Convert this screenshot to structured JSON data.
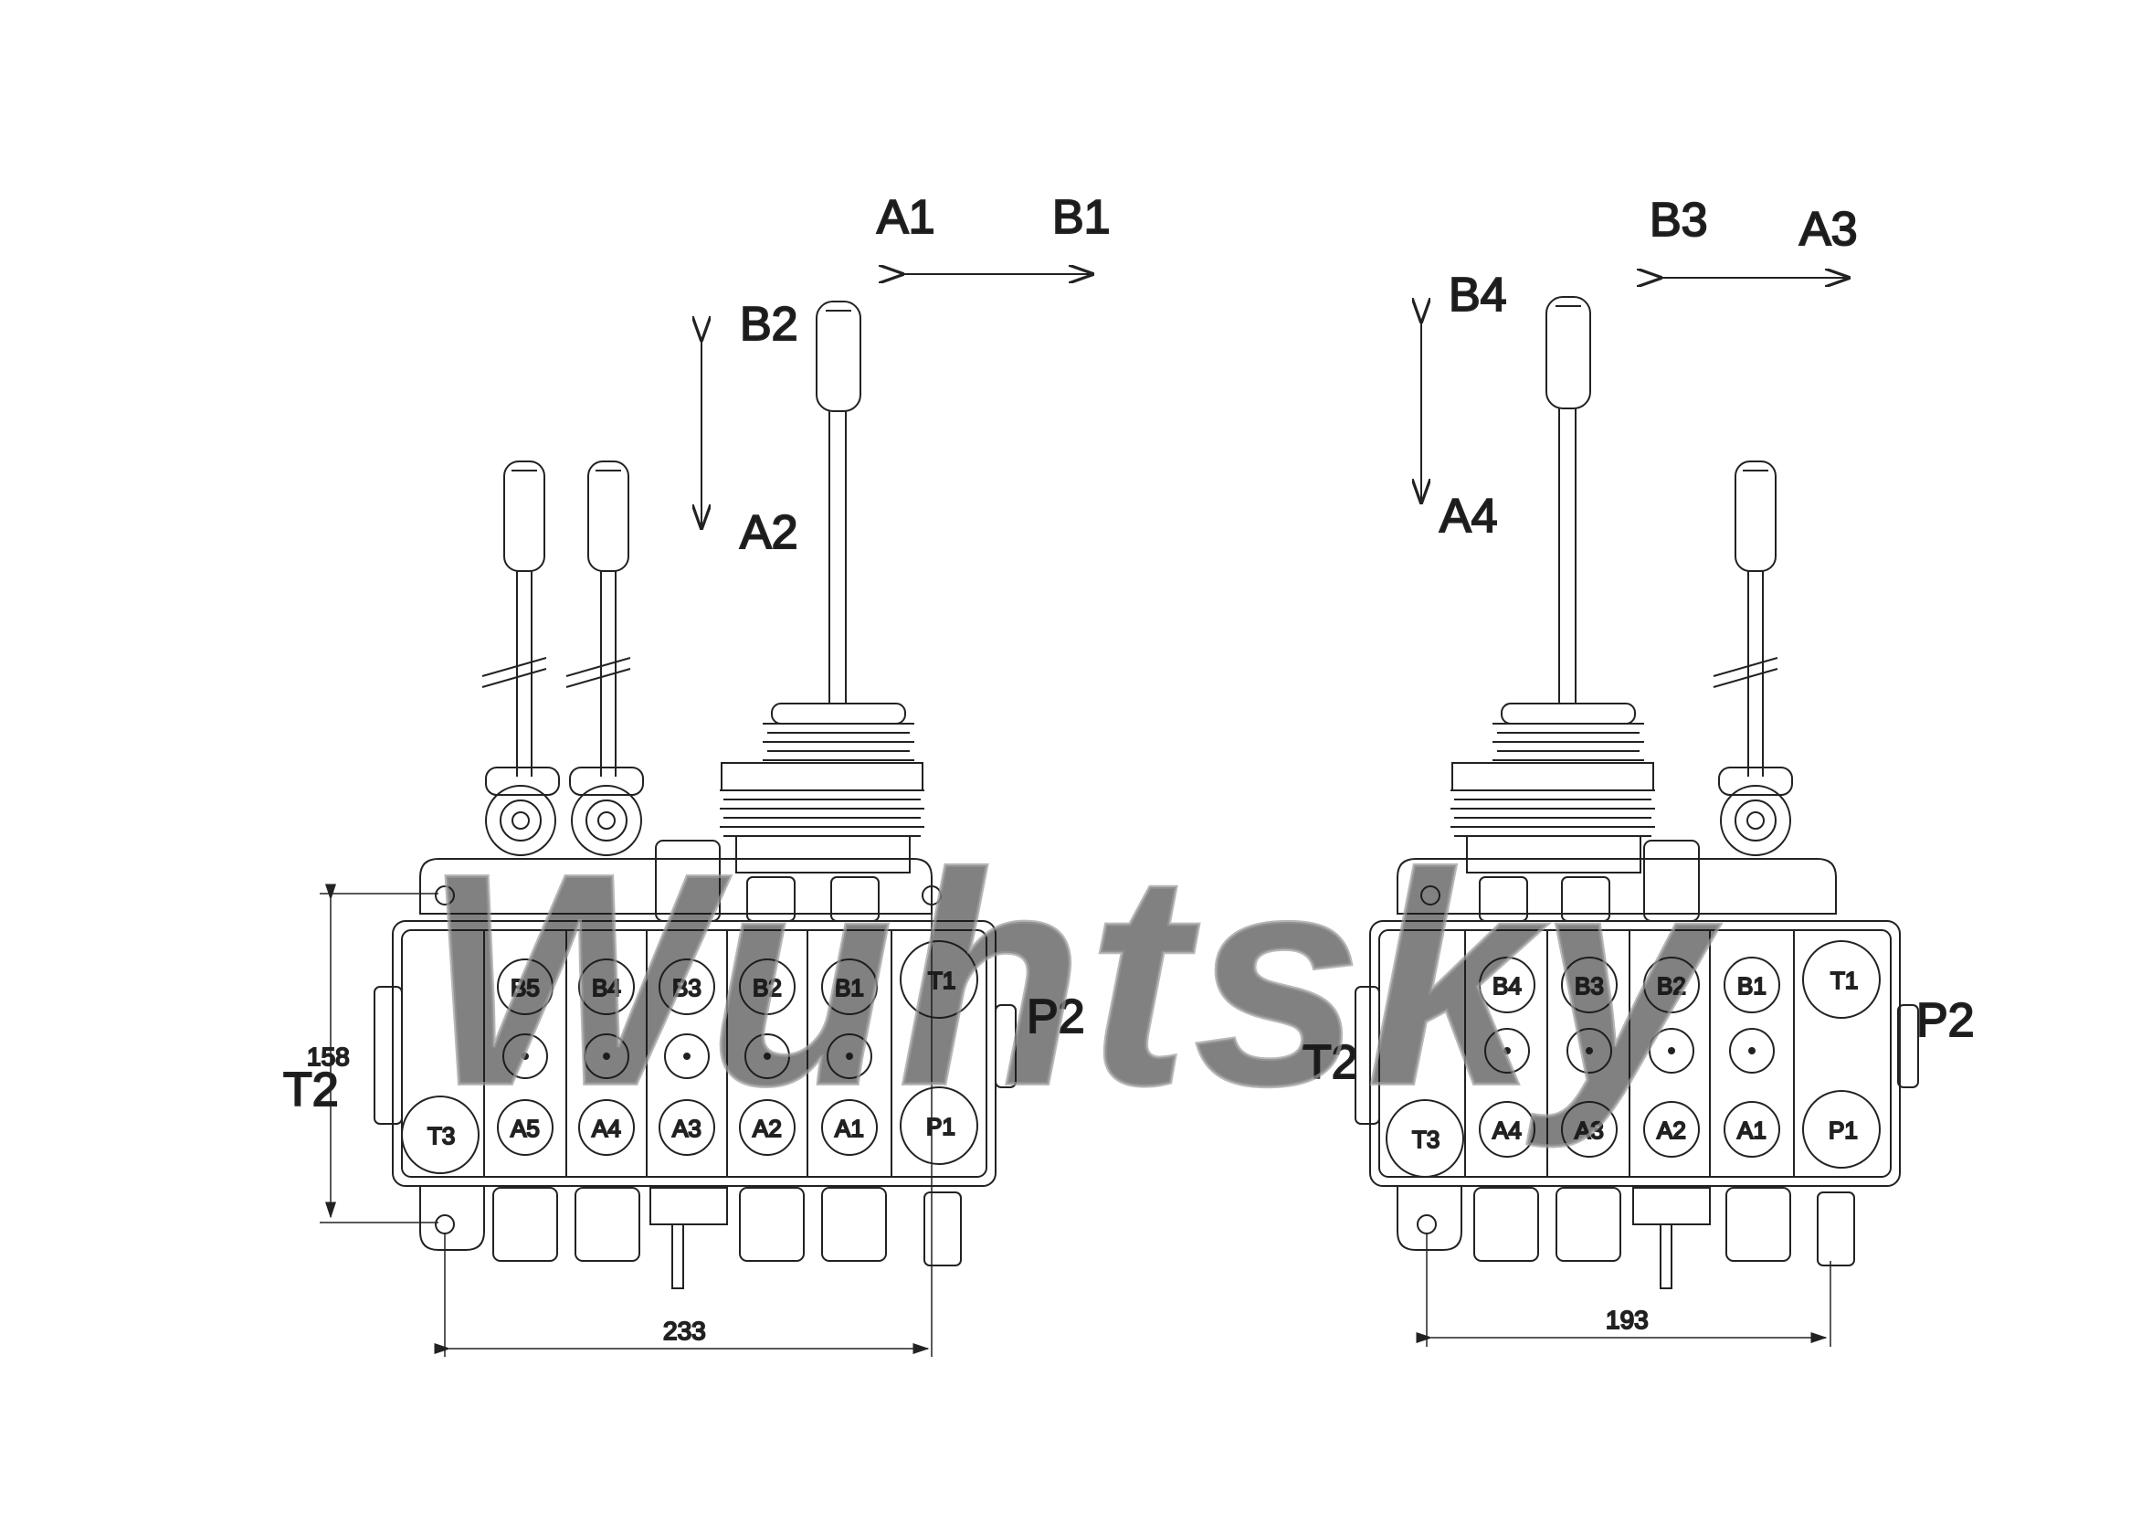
{
  "watermark": {
    "text": "Wuhtsky"
  },
  "left_valve": {
    "motion_labels": {
      "h_left": "A1",
      "h_right": "B1",
      "v_top": "B2",
      "v_bottom": "A2"
    },
    "side_labels": {
      "t2": "T2",
      "p2": "P2"
    },
    "b_ports": [
      "B5",
      "B4",
      "B3",
      "B2",
      "B1"
    ],
    "a_ports": [
      "A5",
      "A4",
      "A3",
      "A2",
      "A1"
    ],
    "inlet": {
      "t1": "T1",
      "p1": "P1",
      "t3": "T3"
    },
    "dims": {
      "width": "233",
      "height": "158"
    }
  },
  "right_valve": {
    "motion_labels": {
      "h_left": "B3",
      "h_right": "A3",
      "v_top": "B4",
      "v_bottom": "A4"
    },
    "side_labels": {
      "t2": "T2",
      "p2": "P2"
    },
    "b_ports": [
      "B4",
      "B3",
      "B2",
      "B1"
    ],
    "a_ports": [
      "A4",
      "A3",
      "A2",
      "A1"
    ],
    "inlet": {
      "t1": "T1",
      "p1": "P1",
      "t3": "T3"
    },
    "dims": {
      "width": "193"
    }
  }
}
